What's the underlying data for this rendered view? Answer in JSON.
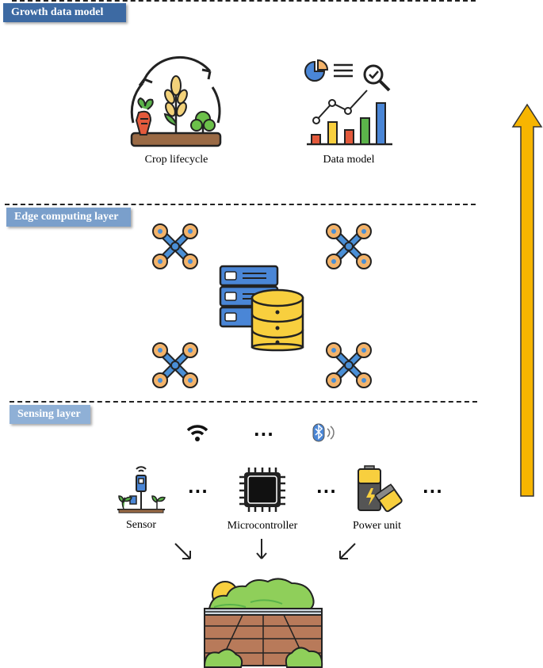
{
  "layers": {
    "growth": {
      "title": "Growth data model",
      "color": "#3d6aa3"
    },
    "edge": {
      "title": "Edge computing layer",
      "color": "#7a9fcb"
    },
    "sensing": {
      "title": "Sensing layer",
      "color": "#8fb0d6"
    }
  },
  "growth_items": {
    "crop_lifecycle": "Crop lifecycle",
    "data_model": "Data model"
  },
  "sensing_items": {
    "sensor": "Sensor",
    "microcontroller": "Microcontroller",
    "power_unit": "Power unit"
  },
  "ellipsis": "...",
  "colors": {
    "upward_arrow": "#f7b500",
    "drone_frame": "#4a8fd6",
    "drone_rotor": "#f3b36a",
    "database": "#f8cf3e",
    "server": "#4a86d6"
  }
}
